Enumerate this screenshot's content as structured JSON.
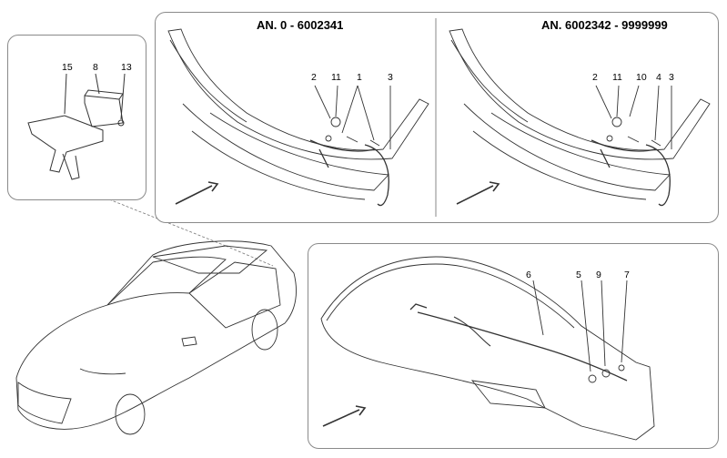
{
  "panels": {
    "bracket": {
      "callouts": [
        "15",
        "8",
        "13"
      ]
    },
    "early": {
      "title": "AN. 0 - 6002341",
      "callouts": [
        "2",
        "11",
        "1",
        "3"
      ]
    },
    "late": {
      "title": "AN. 6002342 - 9999999",
      "callouts": [
        "2",
        "11",
        "10",
        "4",
        "3"
      ]
    },
    "rear_bumper": {
      "callouts": [
        "6",
        "5",
        "9",
        "7"
      ]
    }
  },
  "icons": {
    "direction_arrow": "forward-arrow-icon",
    "vehicle": "suv-outline-icon"
  },
  "colors": {
    "line": "#333333",
    "frame": "#8a8a8a",
    "background": "#ffffff"
  }
}
